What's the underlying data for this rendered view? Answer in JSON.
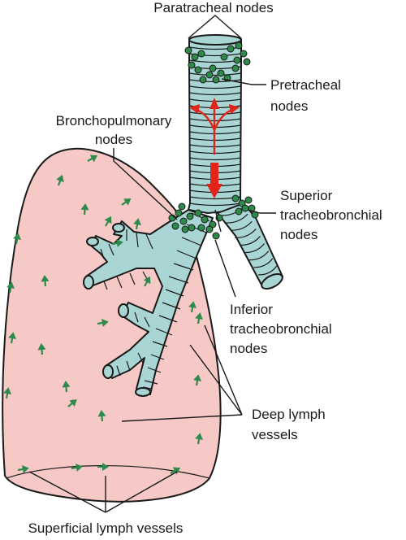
{
  "labels": {
    "paratracheal": "Paratracheal nodes",
    "pretracheal_1": "Pretracheal",
    "pretracheal_2": "nodes",
    "bronchopulmonary_1": "Bronchopulmonary",
    "bronchopulmonary_2": "nodes",
    "superior_1": "Superior",
    "superior_2": "tracheobronchial",
    "superior_3": "nodes",
    "inferior_1": "Inferior",
    "inferior_2": "tracheobronchial",
    "inferior_3": "nodes",
    "deep_1": "Deep lymph",
    "deep_2": "vessels",
    "superficial": "Superficial lymph vessels"
  },
  "colors": {
    "lung_fill": "#f6c9c6",
    "airway_fill": "#a9d6d4",
    "node_green": "#2e8a4a",
    "arrow_green": "#2e8a4a",
    "flow_red": "#e3241b"
  }
}
